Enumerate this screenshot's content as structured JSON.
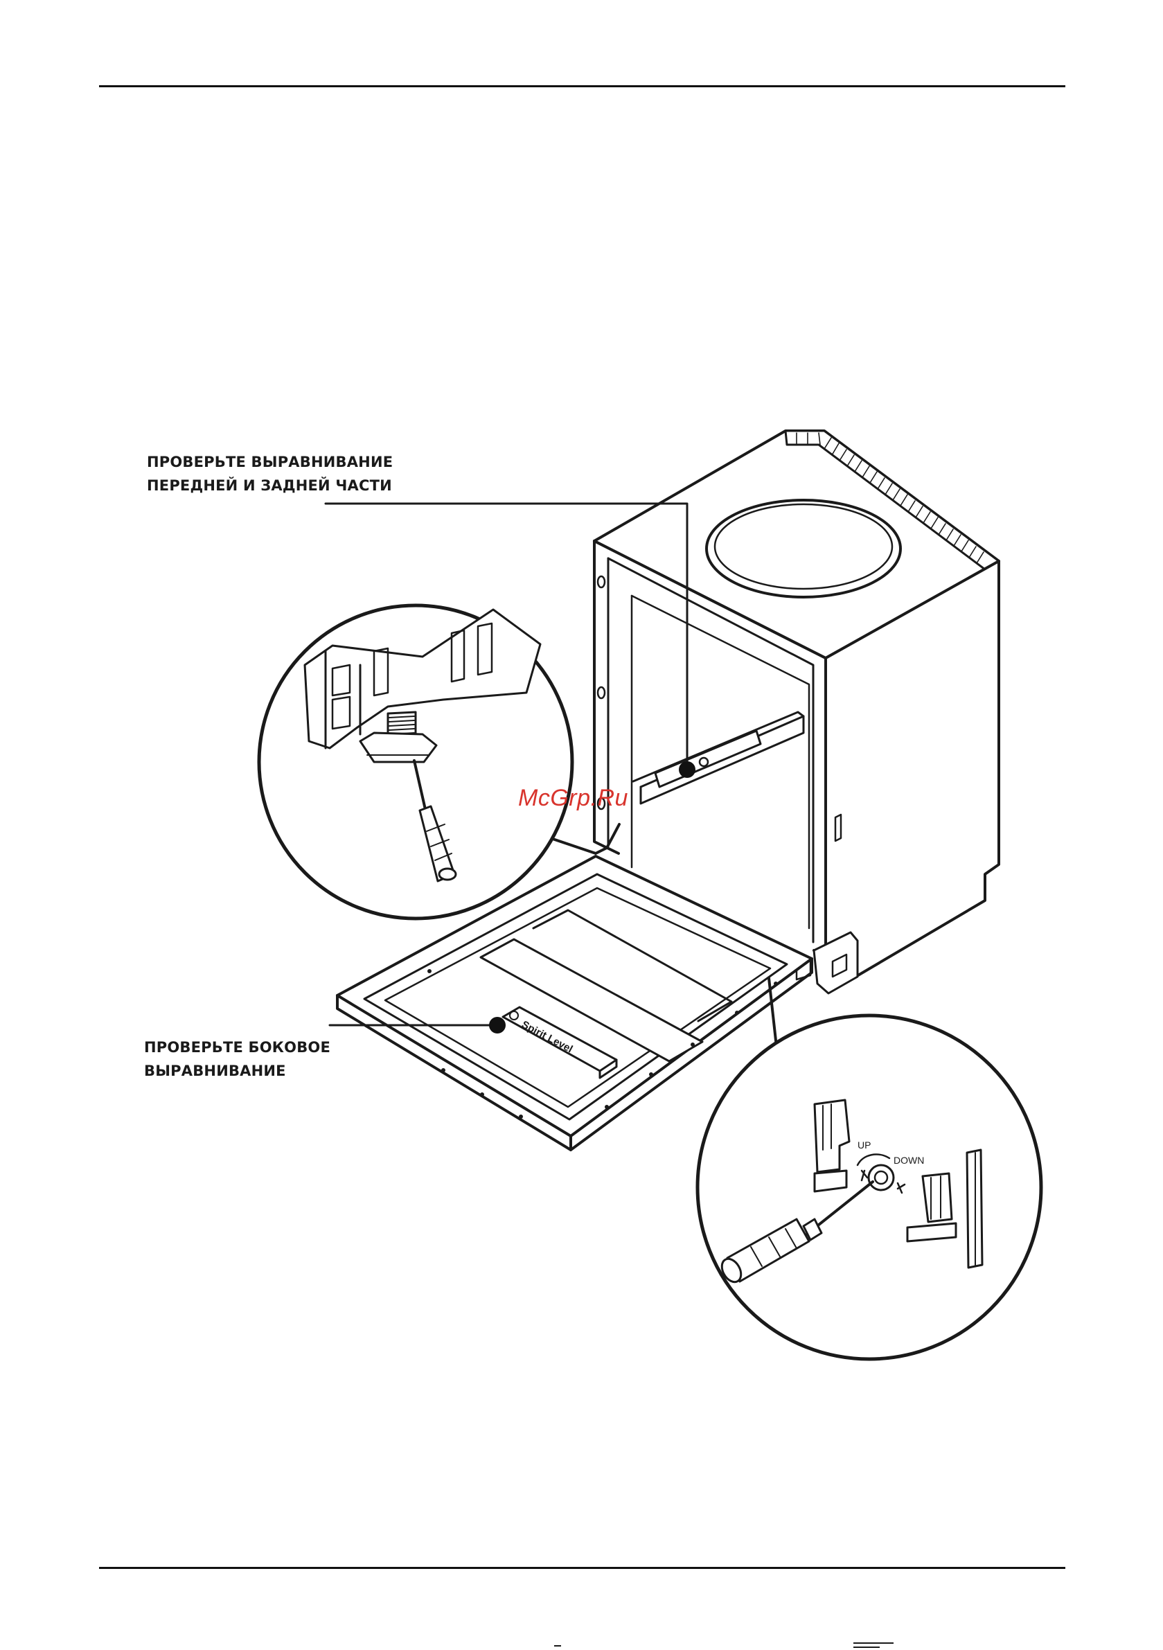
{
  "callouts": {
    "front_back": {
      "line1": "ПРОВЕРЬТЕ ВЫРАВНИВАНИЕ",
      "line2": "ПЕРЕДНЕЙ И ЗАДНЕЙ ЧАСТИ"
    },
    "side": {
      "line1": "ПРОВЕРЬТЕ БОКОВОЕ",
      "line2": "ВЫРАВНИВАНИЕ"
    }
  },
  "spirit_level_label": "Spirit Level",
  "adjust_labels": {
    "up": "UP",
    "down": "DOWN"
  },
  "watermark": "McGrp.Ru",
  "colors": {
    "ink": "#1a1a1a",
    "watermark": "#d8342d",
    "background": "#ffffff"
  }
}
